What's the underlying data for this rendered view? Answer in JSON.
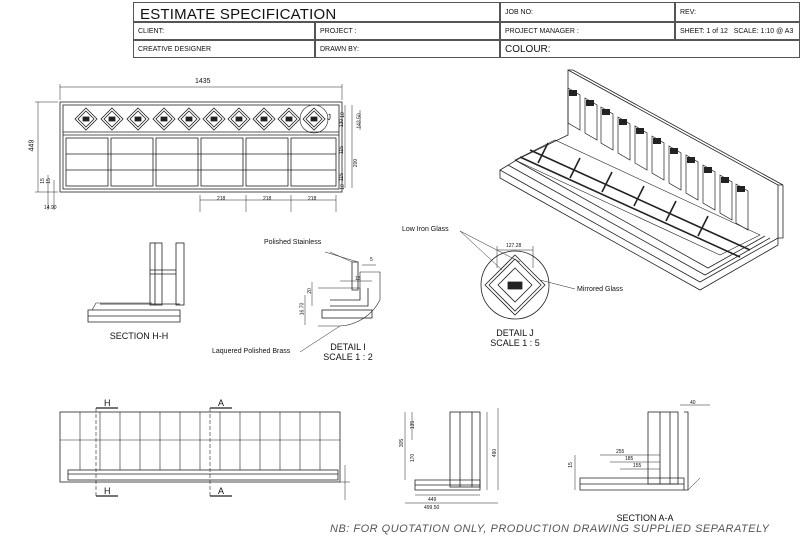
{
  "title_block": {
    "title": "ESTIMATE SPECIFICATION",
    "job_no": "JOB NO:",
    "rev": "REV:",
    "client": "CLIENT:",
    "project": "PROJECT :",
    "project_manager": "PROJECT MANAGER :",
    "sheet": "SHEET: 1 of 12",
    "scale": "SCALE: 1:10 @ A3",
    "creative_designer": "CREATIVE DESIGNER",
    "drawn_by": "DRAWN BY:",
    "colour": "COLOUR:"
  },
  "elevation": {
    "overall_width": "1435",
    "overall_height": "449",
    "dims_right": [
      "10",
      "130",
      "115",
      "200",
      "115",
      "10",
      "143.50"
    ],
    "dims_left": [
      "15",
      "15",
      "14.90"
    ],
    "dims_bottom": [
      "218",
      "218",
      "218"
    ],
    "callout": "J"
  },
  "section_hh": {
    "caption": "SECTION H-H"
  },
  "detail_i": {
    "caption": "DETAIL I",
    "scale": "SCALE 1 : 2",
    "label_top": "Polished Stainless",
    "label_bottom": "Laquered Polished Brass",
    "dims": [
      "5",
      "15",
      "20",
      "16.70"
    ]
  },
  "detail_j": {
    "caption": "DETAIL J",
    "scale": "SCALE 1 : 5",
    "label_glass": "Low Iron Glass",
    "label_mirror": "Mirrored Glass",
    "dim": "127.28"
  },
  "plan": {
    "marker_h": "H",
    "marker_a": "A"
  },
  "side_section": {
    "dims": [
      "135",
      "305",
      "170",
      "449",
      "499.50",
      "490"
    ]
  },
  "section_aa": {
    "caption": "SECTION A-A",
    "dims": [
      "40",
      "255",
      "185",
      "155",
      "15"
    ]
  },
  "footer_note": "NB: FOR QUOTATION ONLY, PRODUCTION DRAWING SUPPLIED SEPARATELY"
}
